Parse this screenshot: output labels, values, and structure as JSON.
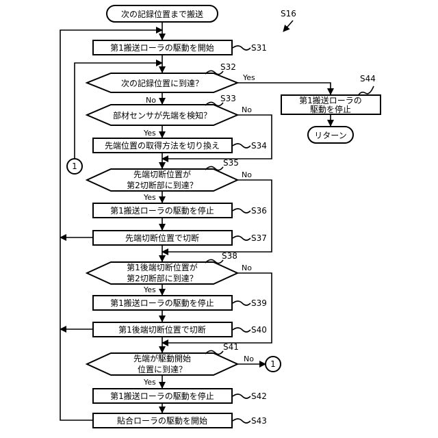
{
  "figure_label": "S16",
  "nodes": {
    "start": "次の記録位置まで搬送",
    "s31": {
      "label": "第1搬送ローラの駆動を開始",
      "id": "S31"
    },
    "s32": {
      "label": "次の記録位置に到達？",
      "id": "S32"
    },
    "s33": {
      "label": "部材センサが先端を検知？",
      "id": "S33"
    },
    "s34": {
      "label": "先端位置の取得方法を切り換え",
      "id": "S34"
    },
    "s35": {
      "label1": "先端切断位置が",
      "label2": "第2切断部に到達？",
      "id": "S35"
    },
    "s36": {
      "label": "第1搬送ローラの駆動を停止",
      "id": "S36"
    },
    "s37": {
      "label": "先端切断位置で切断",
      "id": "S37"
    },
    "s38": {
      "label1": "第1後端切断位置が",
      "label2": "第2切断部に到達？",
      "id": "S38"
    },
    "s39": {
      "label": "第1搬送ローラの駆動を停止",
      "id": "S39"
    },
    "s40": {
      "label": "第1後端切断位置で切断",
      "id": "S40"
    },
    "s41": {
      "label1": "先端が駆動開始",
      "label2": "位置に到達？",
      "id": "S41"
    },
    "s42": {
      "label": "第1搬送ローラの駆動を停止",
      "id": "S42"
    },
    "s43": {
      "label": "貼合ローラの駆動を開始",
      "id": "S43"
    },
    "s44": {
      "label1": "第1搬送ローラの",
      "label2": "駆動を停止",
      "id": "S44"
    },
    "return": "リターン"
  },
  "connector": "1",
  "yes": "Yes",
  "no": "No"
}
